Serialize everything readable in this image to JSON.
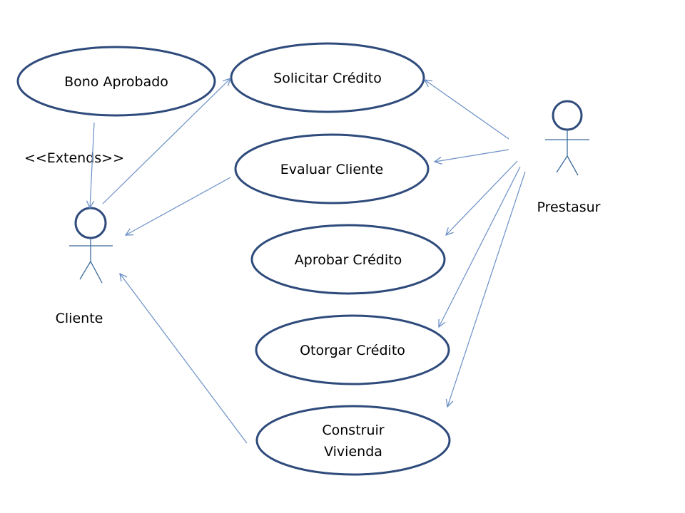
{
  "use_cases": {
    "bono": "Bono Aprobado",
    "solicitar": "Solicitar Crédito",
    "evaluar": "Evaluar Cliente",
    "aprobar": "Aprobar Crédito",
    "otorgar": "Otorgar Crédito",
    "construir_1": "Construir",
    "construir_2": "Vivienda"
  },
  "actors": {
    "cliente": "Cliente",
    "prestasur": "Prestasur"
  },
  "stereotype": "<<Extends>>",
  "colors": {
    "ellipse_stroke": "#2f4b7c",
    "line": "#6a8fc6",
    "actor": "#3b6a9a"
  }
}
